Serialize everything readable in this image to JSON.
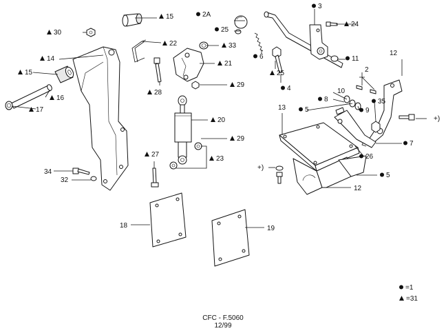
{
  "diagram": {
    "callouts": [
      {
        "id": "c15a",
        "marker": "tri",
        "text": "15"
      },
      {
        "id": "c2A",
        "marker": "dot",
        "text": "2A"
      },
      {
        "id": "c3",
        "marker": "dot",
        "text": "3"
      },
      {
        "id": "c30",
        "marker": "tri",
        "text": "30"
      },
      {
        "id": "c25a",
        "marker": "dot",
        "text": "25"
      },
      {
        "id": "c24",
        "marker": "tri",
        "text": "24"
      },
      {
        "id": "c22",
        "marker": "tri",
        "text": "22"
      },
      {
        "id": "c33",
        "marker": "tri",
        "text": "33"
      },
      {
        "id": "c6",
        "marker": "dot",
        "text": "6"
      },
      {
        "id": "c11",
        "marker": "dot",
        "text": "11"
      },
      {
        "id": "c12a",
        "marker": "none",
        "text": "12"
      },
      {
        "id": "c14",
        "marker": "tri",
        "text": "14"
      },
      {
        "id": "c21",
        "marker": "tri",
        "text": "21"
      },
      {
        "id": "c2",
        "marker": "none",
        "text": "2"
      },
      {
        "id": "c15b",
        "marker": "tri",
        "text": "15"
      },
      {
        "id": "c25b",
        "marker": "tri",
        "text": "25"
      },
      {
        "id": "c28",
        "marker": "tri",
        "text": "28"
      },
      {
        "id": "c29a",
        "marker": "tri",
        "text": "29"
      },
      {
        "id": "c4",
        "marker": "dot",
        "text": "4"
      },
      {
        "id": "c10",
        "marker": "none",
        "text": "10"
      },
      {
        "id": "c16",
        "marker": "tri",
        "text": "16"
      },
      {
        "id": "c8",
        "marker": "dot",
        "text": "8"
      },
      {
        "id": "c35",
        "marker": "dot",
        "text": "35"
      },
      {
        "id": "c17",
        "marker": "tri",
        "text": "17"
      },
      {
        "id": "c13",
        "marker": "none",
        "text": "13"
      },
      {
        "id": "c5a",
        "marker": "dot",
        "text": "5"
      },
      {
        "id": "c9",
        "marker": "dot",
        "text": "9"
      },
      {
        "id": "c20",
        "marker": "tri",
        "text": "20"
      },
      {
        "id": "cplus1",
        "marker": "none",
        "text": "+)"
      },
      {
        "id": "c29b",
        "marker": "tri",
        "text": "29"
      },
      {
        "id": "c7",
        "marker": "dot",
        "text": "7"
      },
      {
        "id": "c27",
        "marker": "tri",
        "text": "27"
      },
      {
        "id": "c23",
        "marker": "tri",
        "text": "23"
      },
      {
        "id": "c26",
        "marker": "dot",
        "text": "26"
      },
      {
        "id": "cplus2",
        "marker": "none",
        "text": "+)"
      },
      {
        "id": "c34",
        "marker": "none",
        "text": "34"
      },
      {
        "id": "c5b",
        "marker": "dot",
        "text": "5"
      },
      {
        "id": "c32",
        "marker": "none",
        "text": "32"
      },
      {
        "id": "c12b",
        "marker": "none",
        "text": "12"
      },
      {
        "id": "c18",
        "marker": "none",
        "text": "18"
      },
      {
        "id": "c19",
        "marker": "none",
        "text": "19"
      }
    ],
    "legend": [
      {
        "marker": "dot",
        "text": "=1"
      },
      {
        "marker": "tri",
        "text": "=31"
      }
    ]
  },
  "footer": {
    "code": "CFC - F.5060",
    "date": "12/99"
  }
}
